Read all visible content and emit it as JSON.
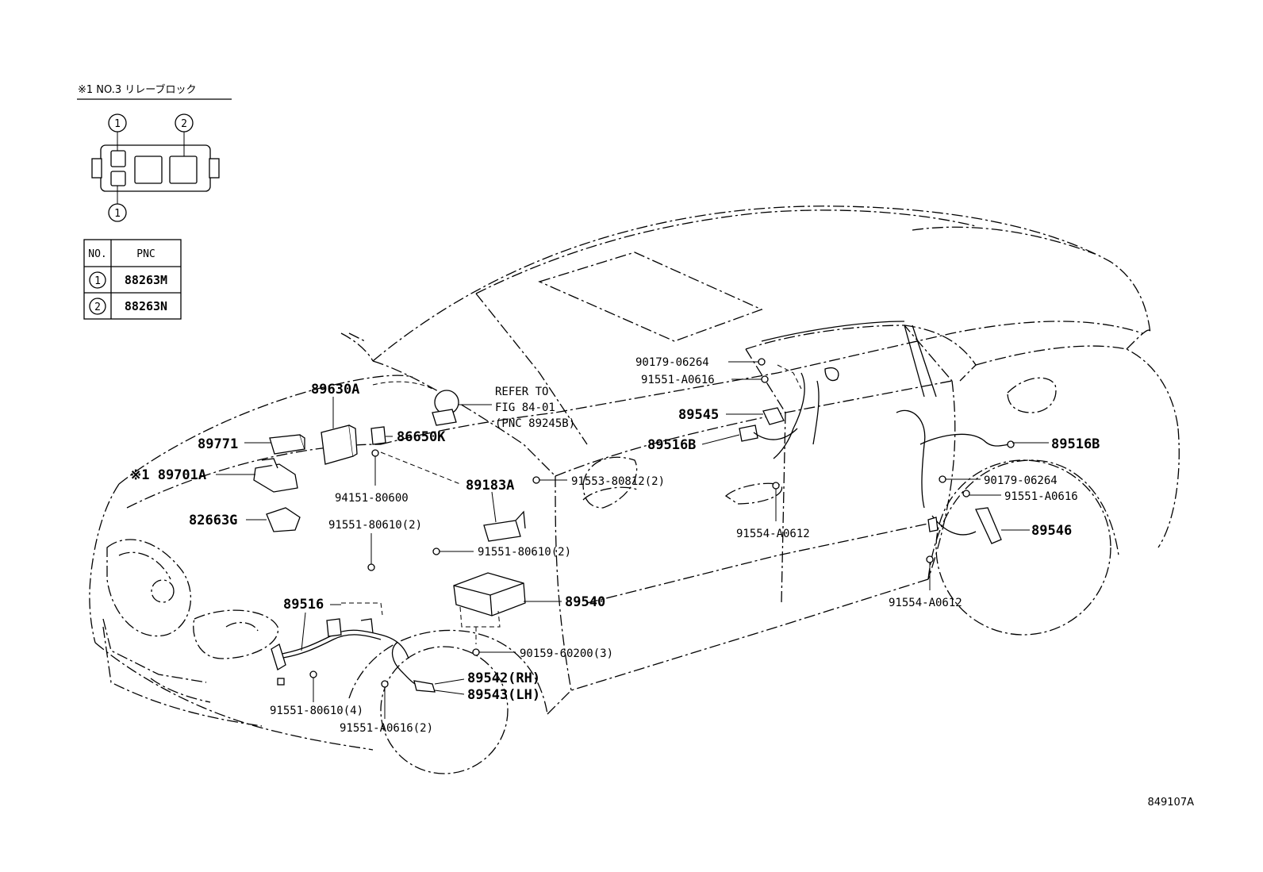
{
  "relay_block": {
    "title": "※1  NO.3  リレーブロック",
    "markers": [
      "1",
      "2",
      "1"
    ]
  },
  "pnc_table": {
    "headers": [
      "NO.",
      "PNC"
    ],
    "rows": [
      {
        "no": "1",
        "pnc": "88263M"
      },
      {
        "no": "2",
        "pnc": "88263N"
      }
    ]
  },
  "refer_note": {
    "line1": "REFER TO",
    "line2": "FIG 84-01",
    "line3": "(PNC 89245B)"
  },
  "callouts": {
    "p89630A": "89630A",
    "p89771": "89771",
    "p89701A": "※1 89701A",
    "p82663G": "82663G",
    "p86650K": "86650K",
    "p94151_80600": "94151-80600",
    "p89183A": "89183A",
    "p91553_80812": "91553-80812(2)",
    "p91551_80610_2a": "91551-80610(2)",
    "p91551_80610_2b": "91551-80610(2)",
    "p89516": "89516",
    "p89540": "89540",
    "p90159_60200": "90159-60200(3)",
    "p89542": "89542(RH)",
    "p89543": "89543(LH)",
    "p91551_80610_4": "91551-80610(4)",
    "p91551_A0616_2": "91551-A0616(2)",
    "p90179_06264_a": "90179-06264",
    "p91551_A0616_a": "91551-A0616",
    "p89545": "89545",
    "p89516B_a": "89516B",
    "p91554_A0612_a": "91554-A0612",
    "p89516B_b": "89516B",
    "p90179_06264_b": "90179-06264",
    "p91551_A0616_b": "91551-A0616",
    "p89546": "89546",
    "p91554_A0612_b": "91554-A0612"
  },
  "figure_id": "849107A"
}
